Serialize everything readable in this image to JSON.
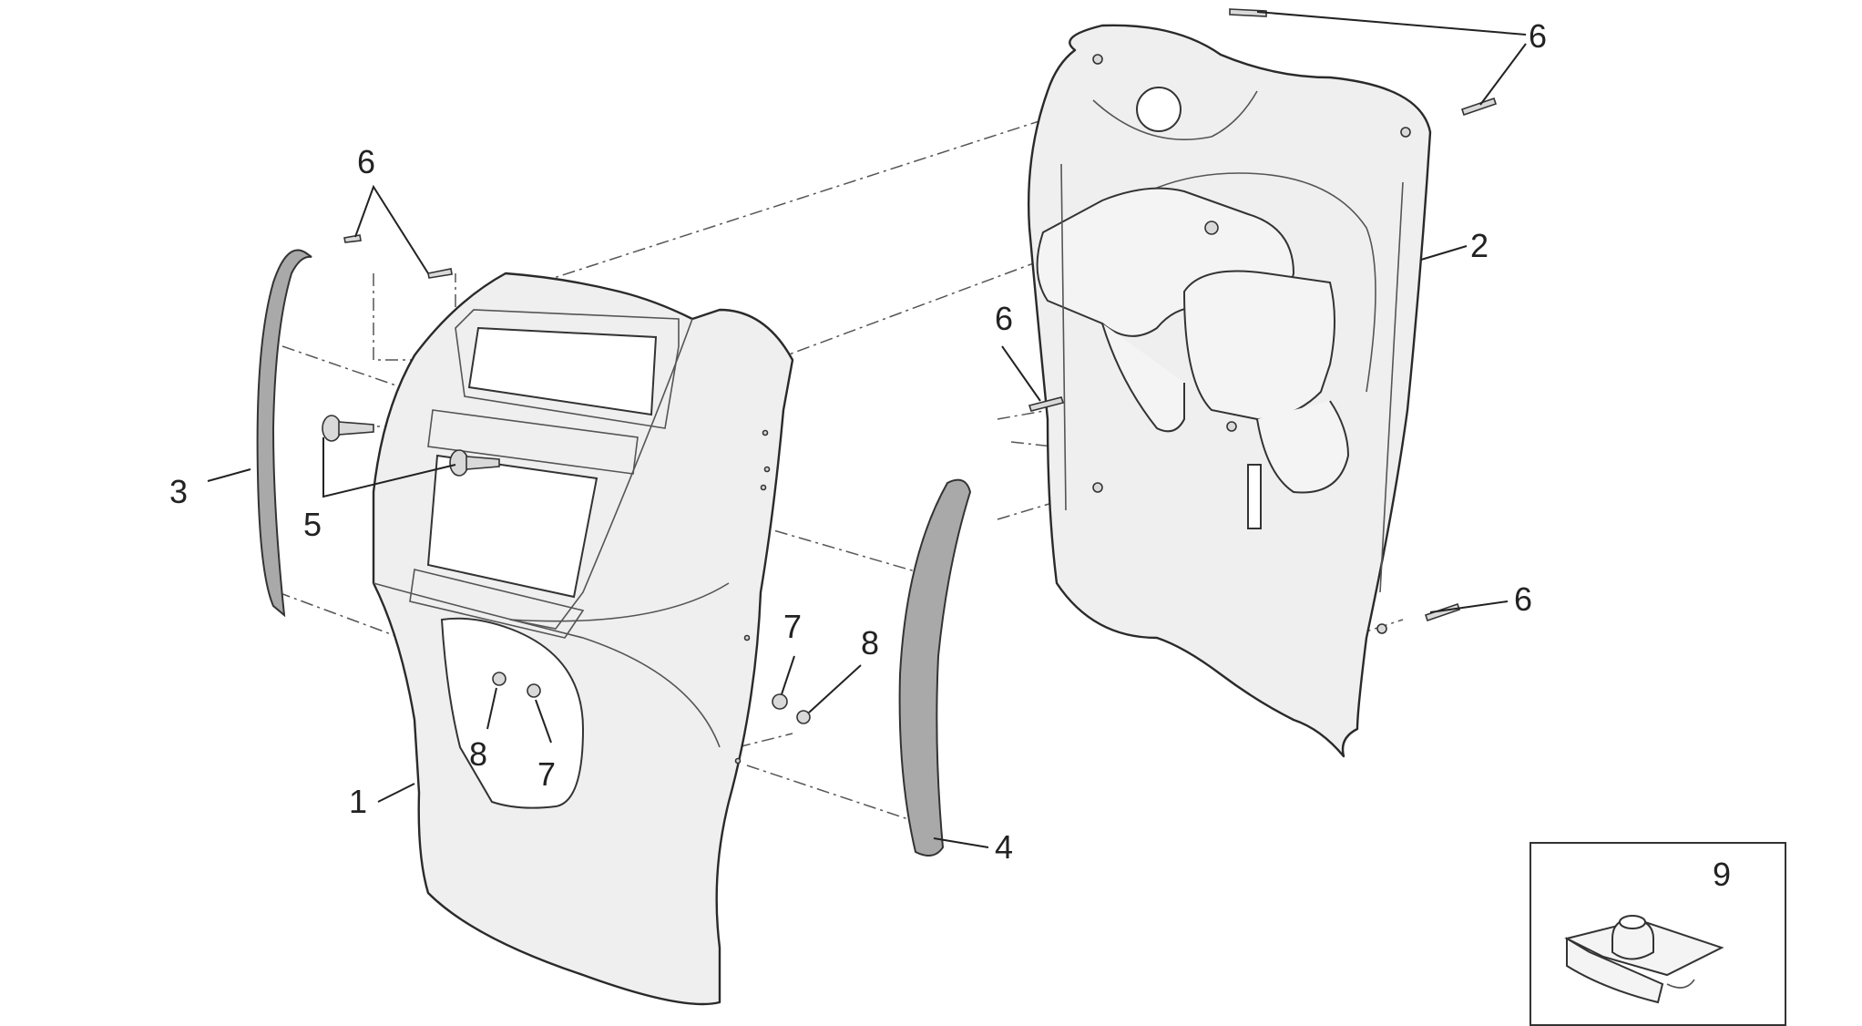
{
  "callouts": {
    "c1": "1",
    "c2": "2",
    "c3": "3",
    "c4": "4",
    "c5": "5",
    "c6a": "6",
    "c6b": "6",
    "c6c": "6",
    "c6d": "6",
    "c7a": "7",
    "c7b": "7",
    "c8a": "8",
    "c8b": "8",
    "c9": "9"
  }
}
